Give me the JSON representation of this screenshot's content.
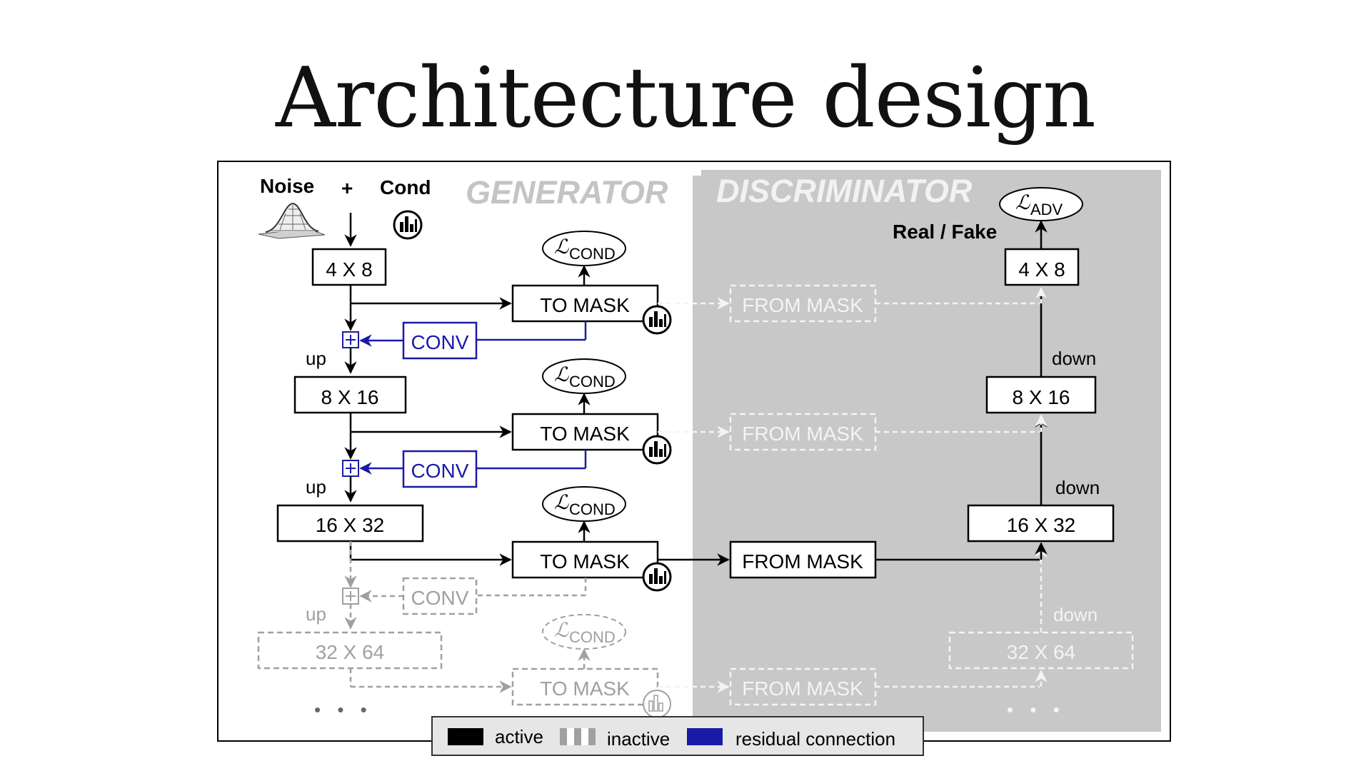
{
  "title": "Architecture design",
  "labels": {
    "generator": "GENERATOR",
    "discriminator": "DISCRIMINATOR",
    "noise": "Noise",
    "plus": "+",
    "cond": "Cond",
    "real_fake": "Real / Fake",
    "loss_symbol": "ℒ",
    "loss_cond_sub": "COND",
    "loss_adv_sub": "ADV",
    "to_mask": "TO MASK",
    "from_mask": "FROM MASK",
    "conv": "CONV",
    "up": "up",
    "down": "down",
    "ellipsis": "• • •"
  },
  "generator_blocks": [
    "4 X 8",
    "8 X 16",
    "16 X 32",
    "32 X 64"
  ],
  "discriminator_blocks": [
    "4 X 8",
    "8 X 16",
    "16 X 32",
    "32 X 64"
  ],
  "legend": {
    "active": "active",
    "inactive": "inactive",
    "residual": "residual connection"
  },
  "colors": {
    "active": "#000000",
    "inactive": "#a0a0a0",
    "residual": "#1a1aa8",
    "disc_bg": "#c8c8c8",
    "gen_title": "#c4c4c4"
  }
}
